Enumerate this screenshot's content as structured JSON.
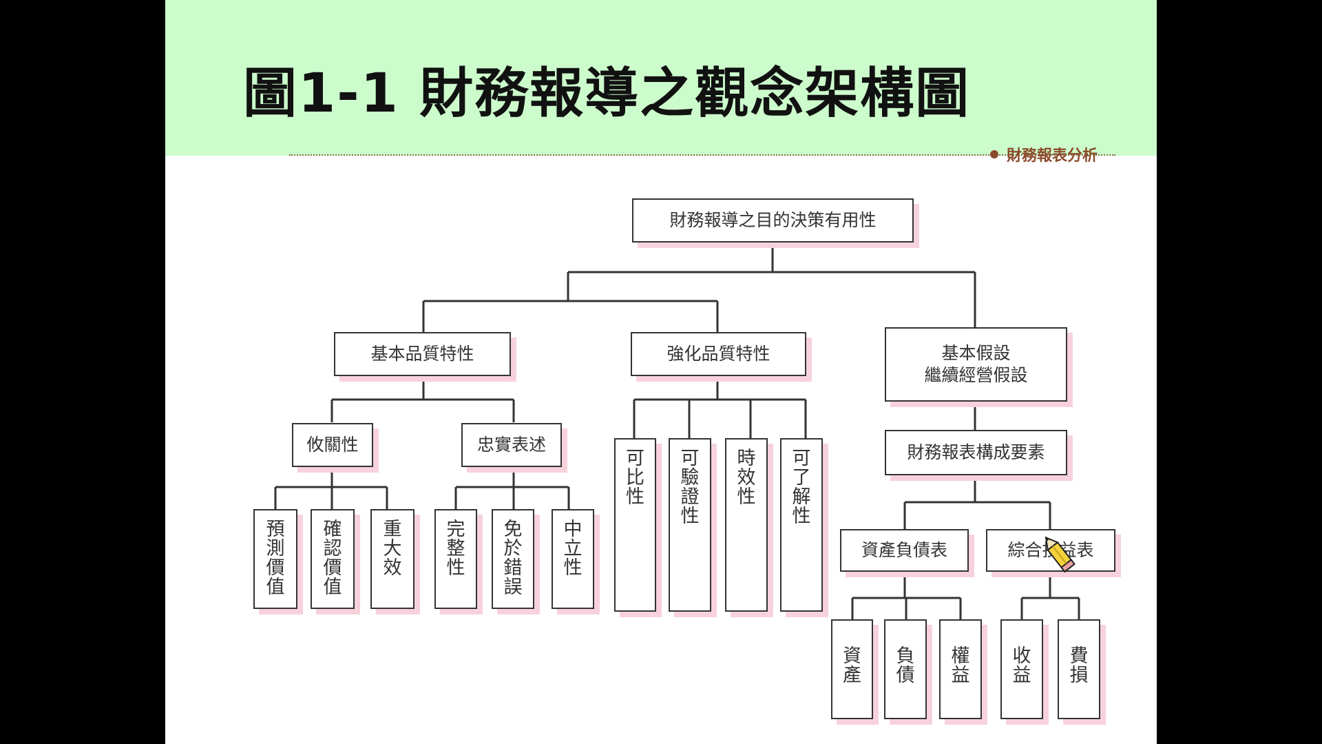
{
  "slide": {
    "title": "圖1-1 財務報導之觀念架構圖",
    "book_label": "財務報表分析"
  },
  "diagram": {
    "root": "財務報導之目的決策有用性",
    "fundamental": {
      "label": "基本品質特性",
      "relevance": {
        "label": "攸關性",
        "items": [
          "預測價值",
          "確認價值",
          "重大效"
        ]
      },
      "faithful": {
        "label": "忠實表述",
        "items": [
          "完整性",
          "免於錯誤",
          "中立性"
        ]
      }
    },
    "enhancing": {
      "label": "強化品質特性",
      "items": [
        "可比性",
        "可驗證性",
        "時效性",
        "可了解性"
      ]
    },
    "assumption": {
      "label": "基本假設\n繼續經營假設",
      "elements": {
        "label": "財務報表構成要素",
        "balance_sheet": {
          "label": "資產負債表",
          "items": [
            "資產",
            "負債",
            "權益"
          ]
        },
        "income_statement": {
          "label": "綜合損益表",
          "items": [
            "收益",
            "費損"
          ]
        }
      }
    }
  },
  "colors": {
    "header_band": "#ccfccc",
    "box_shadow": "#f7d2dc",
    "book_label": "#8b4a2b",
    "line": "#333333"
  },
  "icons": {
    "cursor": "pencil-cursor-icon"
  }
}
